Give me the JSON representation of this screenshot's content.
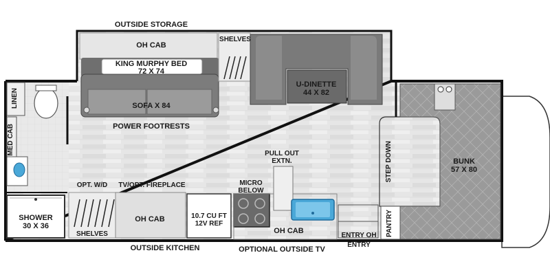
{
  "labels": {
    "outside_storage": "OUTSIDE STORAGE",
    "oh_cab_top": "OH CAB",
    "shelves_top": "SHELVES",
    "murphy_bed_name": "KING MURPHY BED",
    "murphy_bed_size": "72 X 74",
    "sofa": "SOFA X 84",
    "power_footrests": "POWER FOOTRESTS",
    "u_dinette_name": "U-DINETTE",
    "u_dinette_size": "44 X 82",
    "linen": "LINEN",
    "med_cab": "MED CAB",
    "pull_out_line1": "PULL OUT",
    "pull_out_line2": "EXTN.",
    "step_down": "STEP DOWN",
    "bunk_name": "BUNK",
    "bunk_size": "57 X 80",
    "opt_wd": "OPT. W/D",
    "tv_fireplace": "TV/OPT. FIREPLACE",
    "micro_line1": "MICRO",
    "micro_line2": "BELOW",
    "shower_name": "SHOWER",
    "shower_size": "30 X 36",
    "oh_cab_kitchen": "OH CAB",
    "ref_line1": "10.7 CU FT",
    "ref_line2": "12V REF",
    "oh_cab_sink": "OH CAB",
    "pantry": "PANTRY",
    "entry_oh": "ENTRY OH",
    "entry": "ENTRY",
    "shelves_bottom": "SHELVES",
    "outside_kitchen": "OUTSIDE KITCHEN",
    "optional_outside_tv": "OPTIONAL OUTSIDE TV"
  },
  "colors": {
    "wall": "#111111",
    "floor": "#e4e4e4",
    "cabinet": "#dedede",
    "upholstery": "#7f7f7f",
    "upholstery_dark": "#5e5e5e",
    "bunk": "#9b9b9b",
    "sink_blue": "#4aa8d8"
  }
}
